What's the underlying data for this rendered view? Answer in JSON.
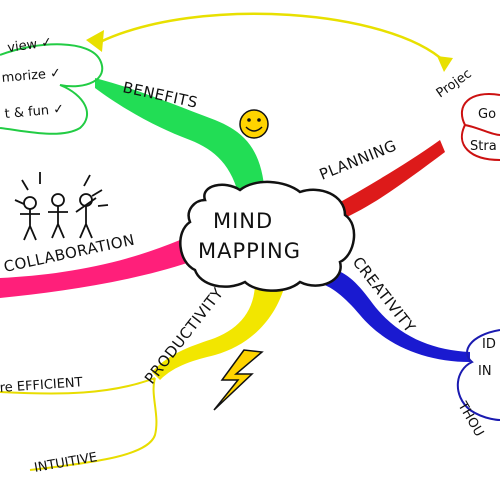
{
  "center": {
    "line1": "MIND",
    "line2": "MAPPING"
  },
  "branches": {
    "benefits": {
      "label": "BENEFITS",
      "color": "#22dd55"
    },
    "planning": {
      "label": "PLANNING",
      "color": "#dd1a1a"
    },
    "creativity": {
      "label": "CREATIVITY",
      "color": "#1a1ad0"
    },
    "productivity": {
      "label": "PRODUCTIVITY",
      "color": "#f2e600"
    },
    "collaboration": {
      "label": "COLLABORATION",
      "color": "#ff1f7a"
    }
  },
  "benefits_items": [
    "view ✓",
    "morize ✓",
    "t & fun ✓"
  ],
  "planning_items": {
    "project": "Projec",
    "goals": "Go",
    "strategy": "Stra"
  },
  "creativity_items": {
    "ideas": "ID",
    "innovation": "IN",
    "thought": "THOU"
  },
  "productivity_items": [
    "re EFFICIENT",
    "INTUITIVE"
  ],
  "decor": {
    "smiley": "smiley-face-icon",
    "lightning": "lightning-bolt-icon",
    "people": "stick-people-icon",
    "arrow_color": "#e8e000"
  }
}
